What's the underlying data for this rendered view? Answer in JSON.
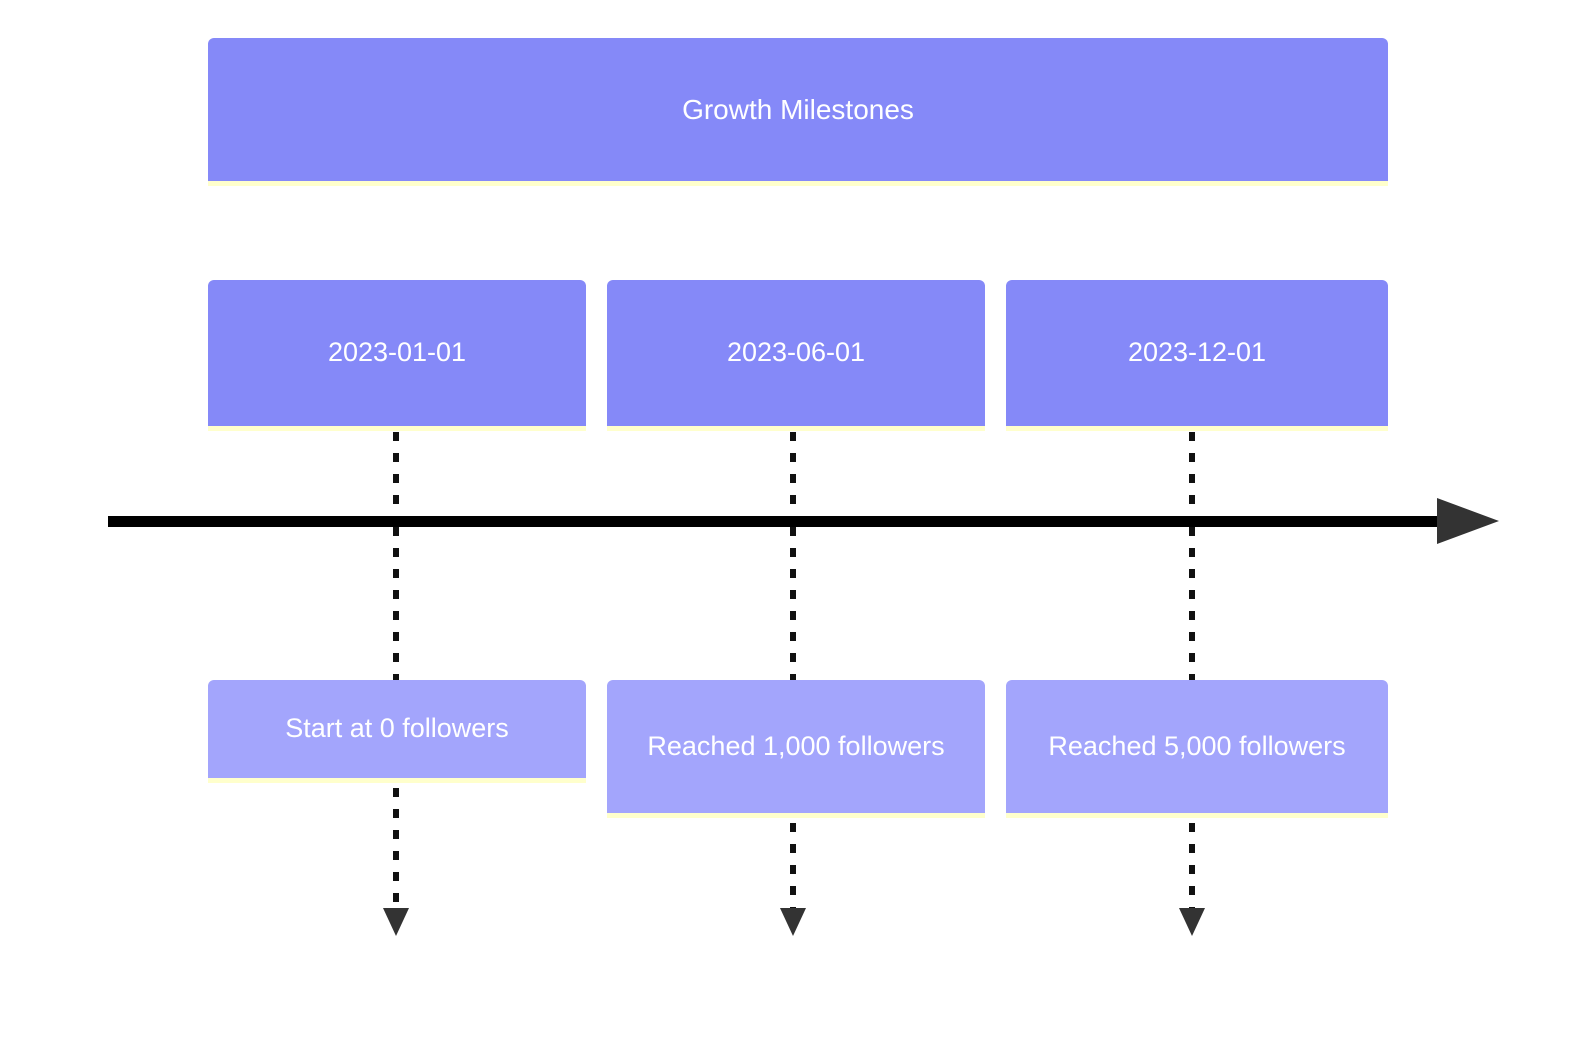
{
  "diagram": {
    "type": "timeline",
    "title": "Growth Milestones",
    "axis": {
      "direction": "left-to-right",
      "arrow_icon": "arrow-right-icon",
      "color": "#000000",
      "arrowhead_color": "#333333"
    },
    "colors": {
      "section_fill": "#8589f8",
      "event_fill": "#a3a5fc",
      "accent_underline": "#ffffcc",
      "text": "#ffffff",
      "connector": "#111111"
    },
    "entries": [
      {
        "id": "milestone-1",
        "period": "2023-01-01",
        "event": "Start at 0 followers",
        "connector_icon": "dashed-line-down-icon"
      },
      {
        "id": "milestone-2",
        "period": "2023-06-01",
        "event": "Reached 1,000 followers",
        "connector_icon": "dashed-line-down-icon"
      },
      {
        "id": "milestone-3",
        "period": "2023-12-01",
        "event": "Reached 5,000 followers",
        "connector_icon": "dashed-line-down-icon"
      }
    ]
  }
}
